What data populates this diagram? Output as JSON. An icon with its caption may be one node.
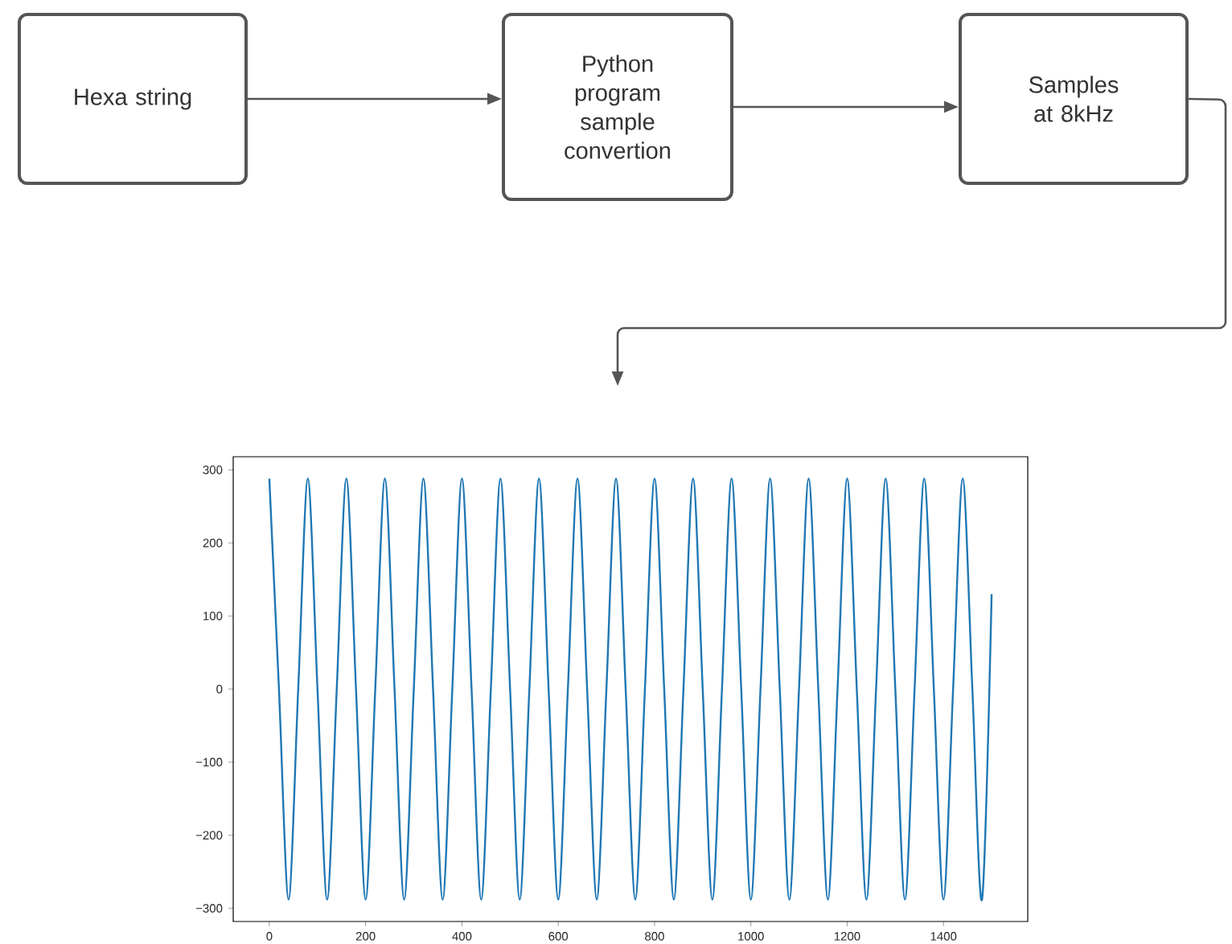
{
  "diagram": {
    "nodes": [
      {
        "text": [
          "Hexa string"
        ]
      },
      {
        "text": [
          "Python program sample convertion"
        ]
      },
      {
        "text": [
          "Samples at 8kHz"
        ]
      },
      {
        "text": [],
        "shape": "chart"
      }
    ],
    "edges": [
      {
        "from": 0,
        "to": 1,
        "arrow": "to"
      },
      {
        "from": 1,
        "to": 2,
        "arrow": "to"
      },
      {
        "from": 2,
        "to": 3,
        "arrow": "to"
      }
    ],
    "chart_data": {
      "type": "line",
      "xlim": [
        -75,
        1575
      ],
      "ylim": [
        -318,
        318
      ],
      "xticks": [
        0,
        200,
        400,
        600,
        800,
        1000,
        1200,
        1400
      ],
      "yticks": [
        {
          "value": -300,
          "label": "−300"
        },
        {
          "value": -200,
          "label": "−200"
        },
        {
          "value": -100,
          "label": "−100"
        },
        0,
        100,
        200,
        300
      ],
      "x": [
        0,
        20,
        40,
        60,
        80,
        100,
        120,
        140,
        160,
        180,
        200,
        220,
        240,
        260,
        280,
        300,
        320,
        340,
        360,
        380,
        400,
        420,
        440,
        460,
        480,
        500,
        520,
        540,
        560,
        580,
        600,
        620,
        640,
        660,
        680,
        700,
        720,
        740,
        760,
        780,
        800,
        820,
        840,
        860,
        880,
        900,
        920,
        940,
        960,
        980,
        1000,
        1020,
        1040,
        1060,
        1080,
        1100,
        1120,
        1140,
        1160,
        1180,
        1200,
        1220,
        1240,
        1260,
        1280,
        1300,
        1320,
        1340,
        1360,
        1380,
        1400,
        1420,
        1440,
        1460,
        1480,
        1500
      ],
      "series": [
        {
          "color": "#1f77b4",
          "values": [
            288,
            0,
            -288,
            0,
            288,
            0,
            -288,
            0,
            288,
            0,
            -288,
            0,
            288,
            0,
            -288,
            0,
            288,
            0,
            -288,
            0,
            288,
            0,
            -288,
            0,
            288,
            0,
            -288,
            0,
            288,
            0,
            -288,
            0,
            288,
            0,
            -288,
            0,
            288,
            0,
            -288,
            0,
            288,
            0,
            -288,
            0,
            288,
            0,
            -288,
            0,
            288,
            0,
            -288,
            0,
            288,
            0,
            -288,
            0,
            288,
            0,
            -288,
            0,
            288,
            0,
            -288,
            0,
            288,
            0,
            -288,
            0,
            288,
            0,
            -288,
            0,
            288,
            0,
            -288,
            130
          ]
        }
      ]
    }
  }
}
